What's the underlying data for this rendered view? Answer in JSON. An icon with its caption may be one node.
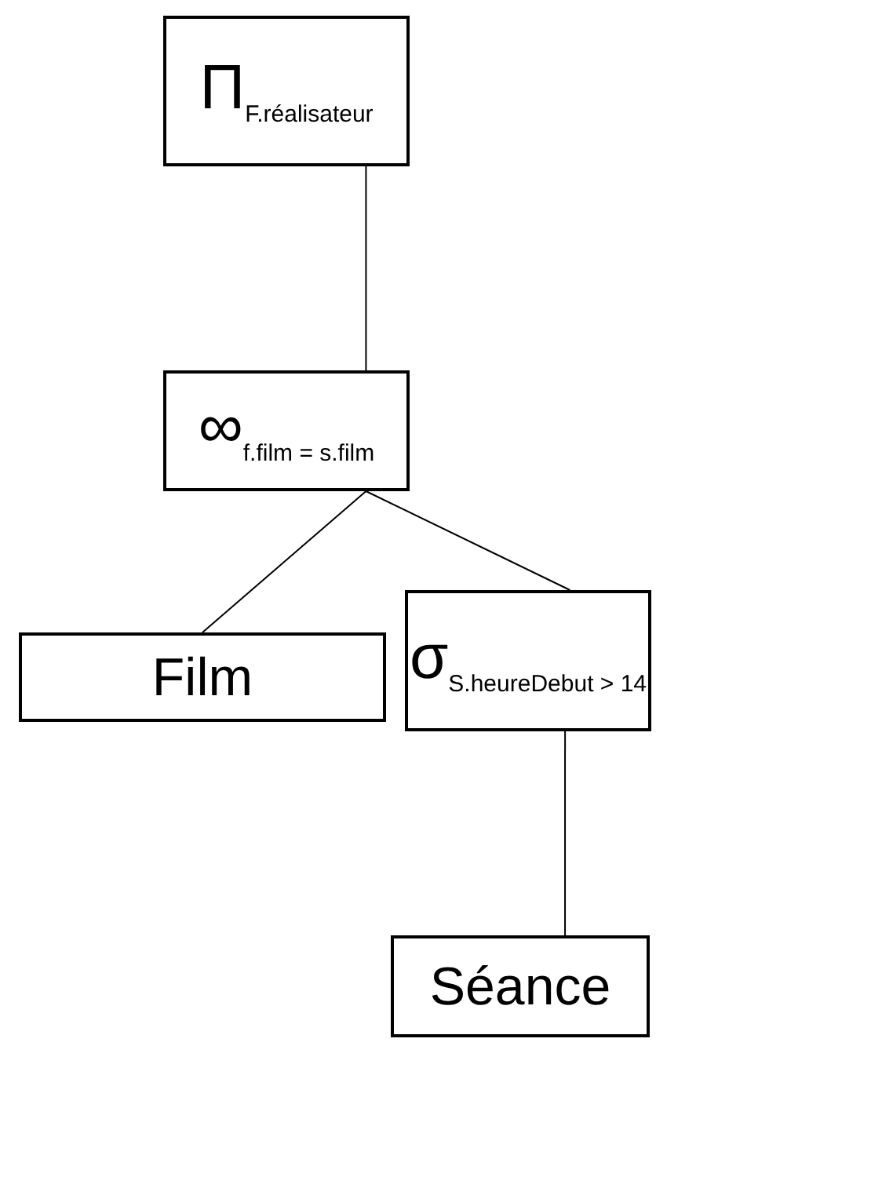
{
  "diagram": {
    "nodes": [
      {
        "text": [
          "Π$_{F.réalisateur}$"
        ]
      },
      {
        "text": [
          "∞$_{f.film = s.film}$"
        ]
      },
      {
        "text": [
          "Film"
        ]
      },
      {
        "text": [
          "σ$_{S.heureDebut > 14}$"
        ]
      },
      {
        "text": [
          "Séance"
        ]
      }
    ],
    "edges": [
      {
        "from": 0,
        "to": 1,
        "arrow": "none"
      },
      {
        "from": 1,
        "to": 2,
        "arrow": "none"
      },
      {
        "from": 1,
        "to": 3,
        "arrow": "none"
      },
      {
        "from": 3,
        "to": 4,
        "arrow": "none"
      }
    ]
  }
}
